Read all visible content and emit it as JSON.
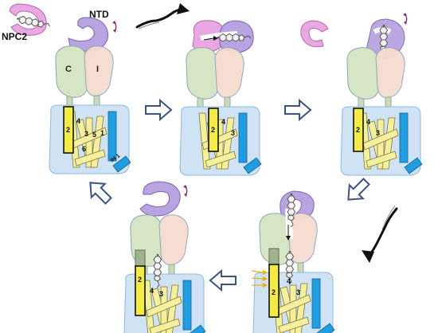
{
  "labels": {
    "npc2": "NPC2",
    "ntd": "NTD",
    "c_domain": "C",
    "i_domain": "I",
    "ih1": "IH 1"
  },
  "helix_labels": [
    "2",
    "4",
    "3",
    "5",
    "1",
    "6"
  ],
  "colors": {
    "npc2": "#e9a8e4",
    "ntd": "#b8a4e0",
    "c_lobe": "#d6e5c3",
    "i_lobe": "#f6dcd0",
    "membrane": "#cfe3f5",
    "helix_yellow": "#f3ec45",
    "helix_pale": "#f5ef9e",
    "helix_blue": "#1f9de0",
    "arrow_outline": "#3a5382",
    "cholesterol": "#555555",
    "rotation_mark": "#8a1f6a"
  },
  "steps": [
    {
      "step": 1,
      "position": "top-left"
    },
    {
      "step": 2,
      "position": "top-center"
    },
    {
      "step": 3,
      "position": "top-right"
    },
    {
      "step": 4,
      "position": "bottom-right"
    },
    {
      "step": 5,
      "position": "bottom-center"
    }
  ]
}
